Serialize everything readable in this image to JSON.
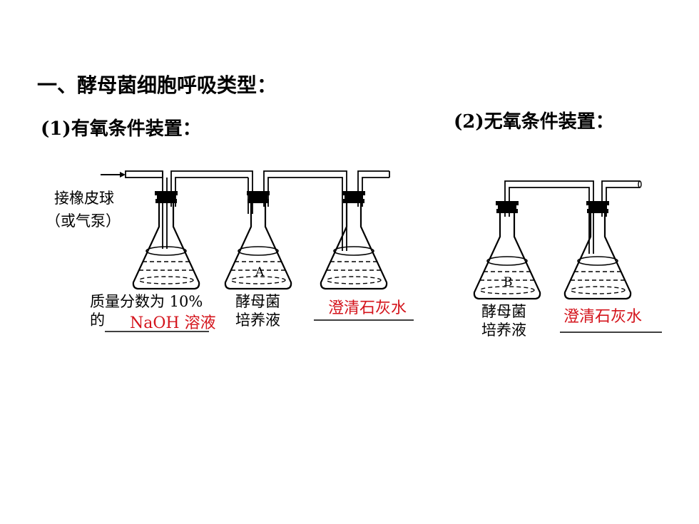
{
  "heading": "一、酵母菌细胞呼吸类型：",
  "aerobic": {
    "title": "(1)有氧条件装置：",
    "pump_label_1": "接橡皮球",
    "pump_label_2": "（或气泵）",
    "naoh_label_1": "质量分数为 10%",
    "naoh_label_2": "的",
    "naoh_answer": "NaOH 溶液",
    "yeast_label_1": "酵母菌",
    "yeast_label_2": "培养液",
    "flask_a": "A",
    "limewater_answer": "澄清石灰水"
  },
  "anaerobic": {
    "title": "(2)无氧条件装置：",
    "flask_b": "B",
    "yeast_label_1": "酵母菌",
    "yeast_label_2": "培养液",
    "limewater_answer": "澄清石灰水"
  },
  "colors": {
    "answer_red": "#d4141c",
    "line": "#000000"
  }
}
